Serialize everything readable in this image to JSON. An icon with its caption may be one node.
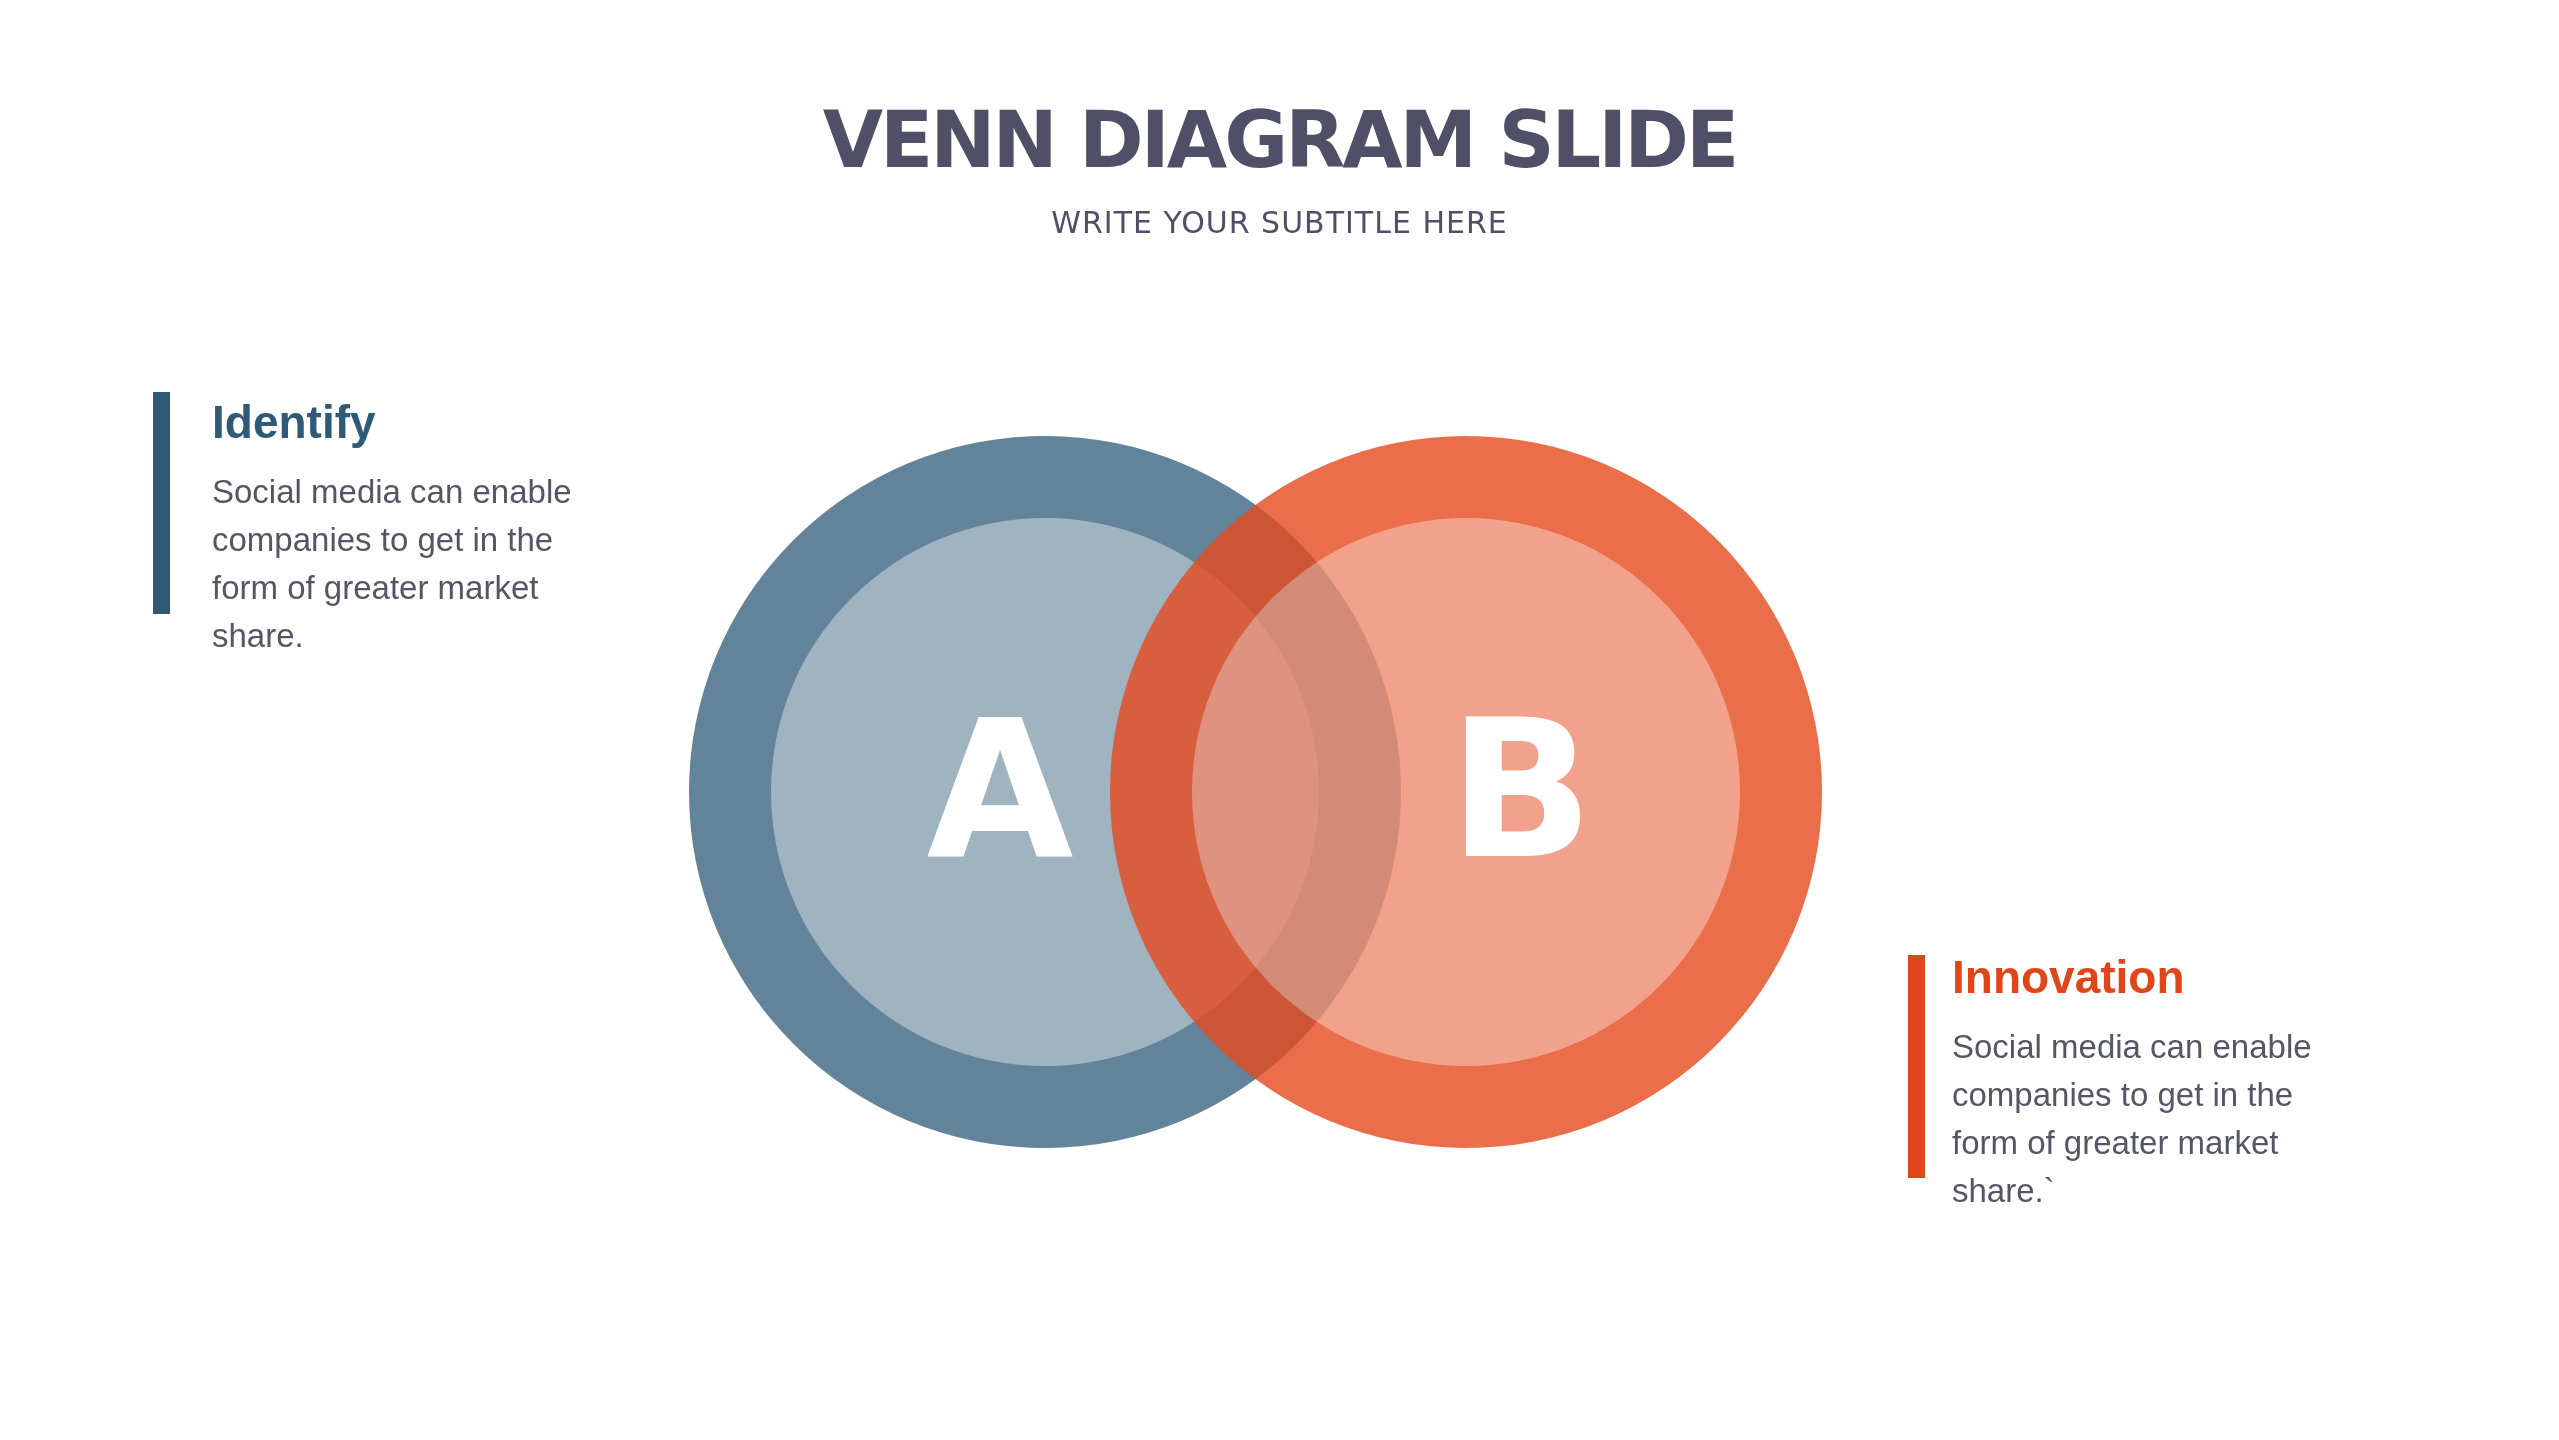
{
  "diagram": {
    "title": "VENN DIAGRAM SLIDE",
    "nodes": [
      {
        "text": [
          "A"
        ]
      },
      {
        "text": [
          "B"
        ]
      }
    ],
    "edges": [],
    "labels": [
      "WRITE YOUR SUBTITLE HERE",
      "Identify",
      "Social media can enable companies to get in the form of greater market share.",
      "Innovation",
      "Social media can enable companies to get in the form of greater market share.`"
    ]
  }
}
